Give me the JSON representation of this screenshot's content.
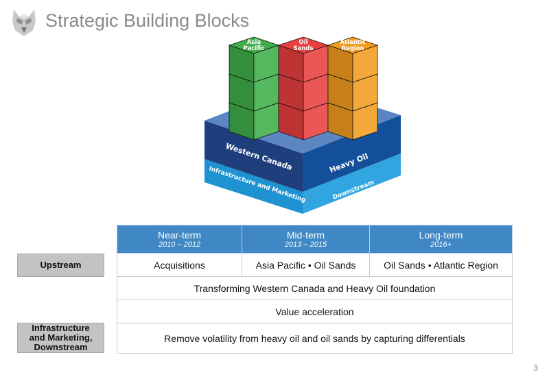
{
  "header": {
    "title": "Strategic Building Blocks",
    "logo": "husky-head-logo"
  },
  "diagram": {
    "columns": [
      {
        "label_line1": "Asia",
        "label_line2": "Pacific",
        "color": "#3fae49"
      },
      {
        "label_line1": "Oil",
        "label_line2": "Sands",
        "color": "#e8403f"
      },
      {
        "label_line1": "Atlantic",
        "label_line2": "Region",
        "color": "#f39c1f"
      }
    ],
    "base_left_label": "Western Canada",
    "base_right_label": "Heavy Oil",
    "band_left_label": "Infrastructure and Marketing",
    "band_right_label": "Downstream",
    "colors": {
      "base_top": "#5b86c2",
      "base_left": "#1e3f7c",
      "base_right": "#144f9b",
      "band_left": "#1f92d1",
      "band_right": "#30a5e0"
    }
  },
  "matrix": {
    "headers": [
      {
        "label": "Near-term",
        "years": "2010 – 2012"
      },
      {
        "label": "Mid-term",
        "years": "2013 – 2015"
      },
      {
        "label": "Long-term",
        "years": "2016+"
      }
    ],
    "upstream_cells": [
      "Acquisitions",
      "Asia Pacific • Oil Sands",
      "Oil Sands • Atlantic Region"
    ],
    "wide_rows": [
      "Transforming Western Canada and Heavy Oil foundation",
      "Value acceleration",
      "Remove volatility from heavy oil and oil sands by capturing differentials"
    ],
    "row_labels": {
      "upstream": "Upstream",
      "infrastructure": "Infrastructure\nand Marketing,\nDownstream"
    },
    "header_color": "#3f88c5",
    "label_bg": "#c3c3c3"
  },
  "footer": {
    "page_number": "3"
  }
}
